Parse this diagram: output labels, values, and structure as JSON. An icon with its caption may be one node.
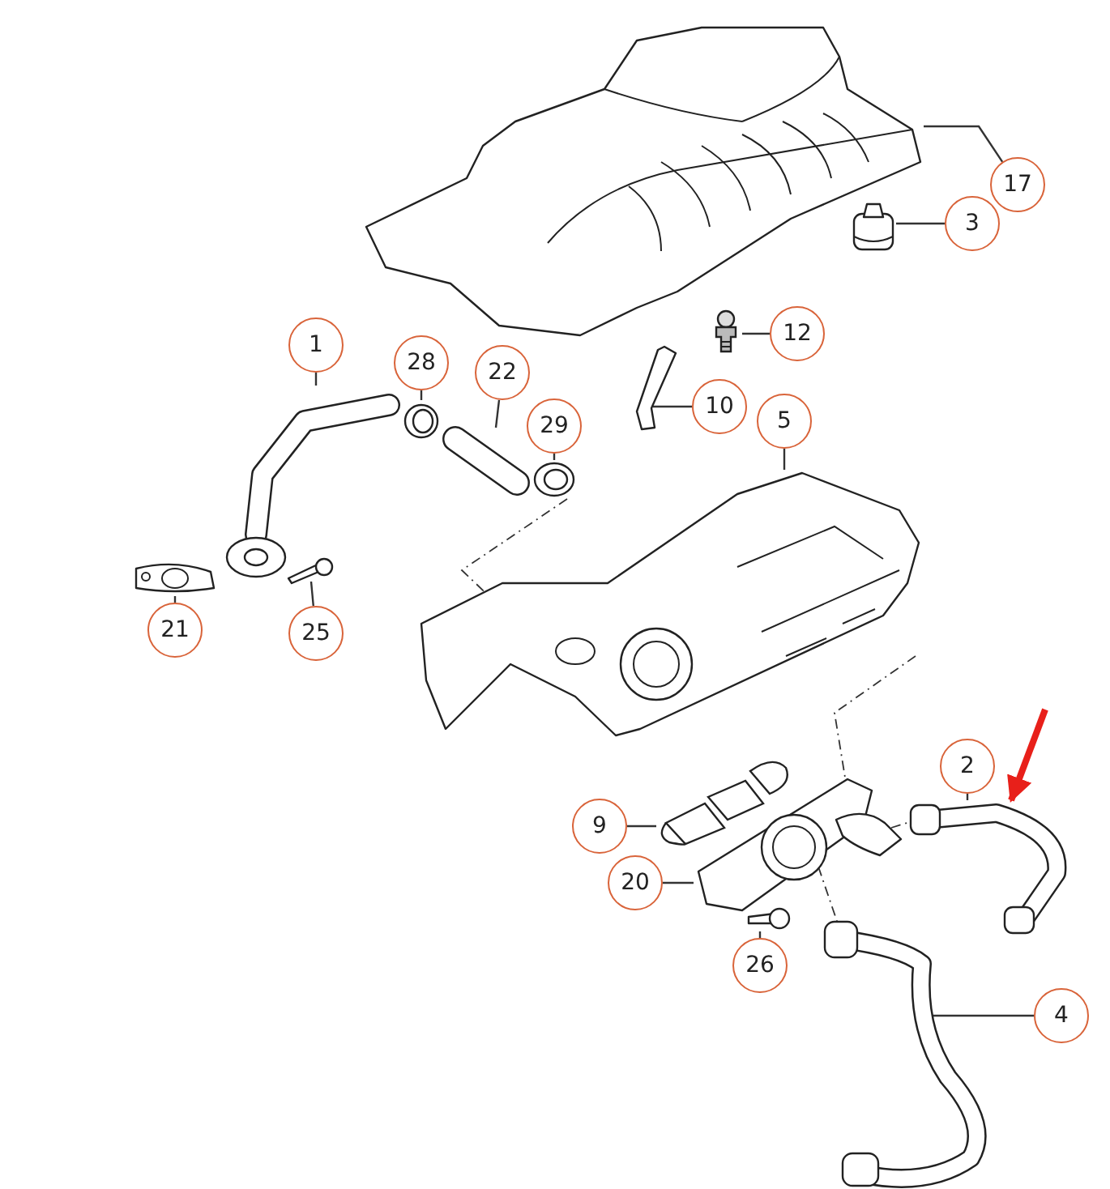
{
  "diagram": {
    "nodes": [
      {
        "text": [
          "17"
        ]
      },
      {
        "text": [
          "3"
        ]
      },
      {
        "text": [
          "12"
        ]
      },
      {
        "text": [
          "1"
        ]
      },
      {
        "text": [
          "28"
        ]
      },
      {
        "text": [
          "22"
        ]
      },
      {
        "text": [
          "29"
        ]
      },
      {
        "text": [
          "10"
        ]
      },
      {
        "text": [
          "5"
        ]
      },
      {
        "text": [
          "25"
        ]
      },
      {
        "text": [
          "21"
        ]
      },
      {
        "text": [
          "2"
        ]
      },
      {
        "text": [
          "9"
        ]
      },
      {
        "text": [
          "20"
        ]
      },
      {
        "text": [
          "26"
        ]
      },
      {
        "text": [
          "4"
        ]
      },
      {
        "text": [],
        "shape": "picture"
      },
      {
        "text": [],
        "shape": "picture"
      },
      {
        "text": [],
        "shape": "picture"
      },
      {
        "text": [],
        "shape": "picture"
      },
      {
        "text": [],
        "shape": "picture"
      },
      {
        "text": [],
        "shape": "picture"
      },
      {
        "text": [],
        "shape": "picture"
      },
      {
        "text": [],
        "shape": "picture"
      },
      {
        "text": [],
        "shape": "picture"
      },
      {
        "text": [],
        "shape": "picture"
      },
      {
        "text": [],
        "shape": "picture"
      },
      {
        "text": [],
        "shape": "picture"
      },
      {
        "text": [],
        "shape": "picture"
      },
      {
        "text": [],
        "shape": "picture"
      },
      {
        "text": [],
        "shape": "picture"
      },
      {
        "text": [],
        "shape": "picture"
      }
    ],
    "edges": [
      {
        "from": 0,
        "to": 16,
        "arrow": "none"
      },
      {
        "from": 1,
        "to": 17,
        "arrow": "none"
      },
      {
        "from": 2,
        "to": 18,
        "arrow": "none"
      },
      {
        "from": 3,
        "to": 19,
        "arrow": "none"
      },
      {
        "from": 4,
        "to": 20,
        "arrow": "none"
      },
      {
        "from": 5,
        "to": 21,
        "arrow": "none"
      },
      {
        "from": 6,
        "to": 22,
        "arrow": "none"
      },
      {
        "from": 7,
        "to": 23,
        "arrow": "none"
      },
      {
        "from": 8,
        "to": 24,
        "arrow": "none"
      },
      {
        "from": 9,
        "to": 25,
        "arrow": "none"
      },
      {
        "from": 10,
        "to": 26,
        "arrow": "none"
      },
      {
        "from": 11,
        "to": 27,
        "arrow": "none"
      },
      {
        "from": 12,
        "to": 28,
        "arrow": "none"
      },
      {
        "from": 13,
        "to": 29,
        "arrow": "none"
      },
      {
        "from": 14,
        "to": 30,
        "arrow": "none"
      },
      {
        "from": 15,
        "to": 31,
        "arrow": "none"
      },
      {
        "from": null,
        "to": 27,
        "arrow": "to",
        "style": "thick",
        "color": "#e8201a"
      },
      {
        "from": 22,
        "to": 24,
        "arrow": "none",
        "style": "dashed"
      },
      {
        "from": 24,
        "to": 29,
        "arrow": "none",
        "style": "dashed"
      },
      {
        "from": 29,
        "to": 27,
        "arrow": "none",
        "style": "dashed"
      },
      {
        "from": 29,
        "to": 31,
        "arrow": "none",
        "style": "dashed"
      }
    ]
  }
}
